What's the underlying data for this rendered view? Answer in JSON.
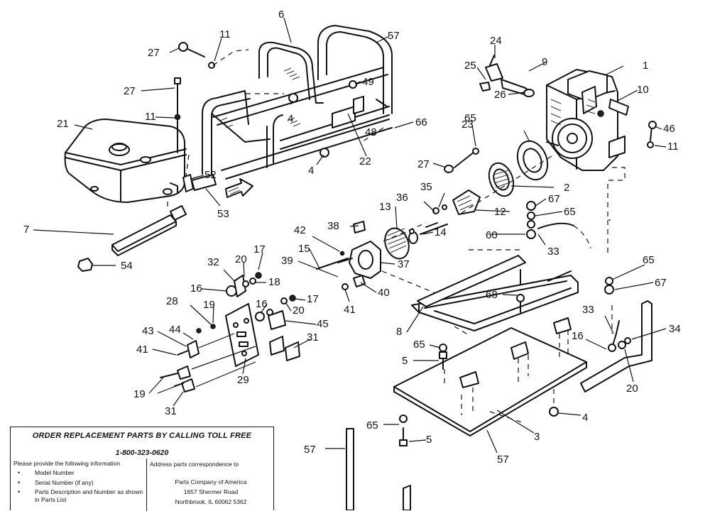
{
  "callouts": [
    {
      "id": "c1",
      "text": "1"
    },
    {
      "id": "c2",
      "text": "2"
    },
    {
      "id": "c3",
      "text": "3"
    },
    {
      "id": "c4a",
      "text": "4"
    },
    {
      "id": "c4b",
      "text": "4"
    },
    {
      "id": "c4c",
      "text": "4"
    },
    {
      "id": "c5a",
      "text": "5"
    },
    {
      "id": "c5b",
      "text": "5"
    },
    {
      "id": "c6",
      "text": "6"
    },
    {
      "id": "c7",
      "text": "7"
    },
    {
      "id": "c8",
      "text": "8"
    },
    {
      "id": "c9",
      "text": "9"
    },
    {
      "id": "c10",
      "text": "10"
    },
    {
      "id": "c11a",
      "text": "11"
    },
    {
      "id": "c11b",
      "text": "11"
    },
    {
      "id": "c11c",
      "text": "11"
    },
    {
      "id": "c12",
      "text": "12"
    },
    {
      "id": "c13",
      "text": "13"
    },
    {
      "id": "c14",
      "text": "14"
    },
    {
      "id": "c15",
      "text": "15"
    },
    {
      "id": "c16a",
      "text": "16"
    },
    {
      "id": "c16b",
      "text": "16"
    },
    {
      "id": "c16c",
      "text": "16"
    },
    {
      "id": "c17a",
      "text": "17"
    },
    {
      "id": "c17b",
      "text": "17"
    },
    {
      "id": "c18",
      "text": "18"
    },
    {
      "id": "c19a",
      "text": "19"
    },
    {
      "id": "c19b",
      "text": "19"
    },
    {
      "id": "c20a",
      "text": "20"
    },
    {
      "id": "c20b",
      "text": "20"
    },
    {
      "id": "c20c",
      "text": "20"
    },
    {
      "id": "c21",
      "text": "21"
    },
    {
      "id": "c22",
      "text": "22"
    },
    {
      "id": "c23",
      "text": "23"
    },
    {
      "id": "c24",
      "text": "24"
    },
    {
      "id": "c25",
      "text": "25"
    },
    {
      "id": "c26",
      "text": "26"
    },
    {
      "id": "c27a",
      "text": "27"
    },
    {
      "id": "c27b",
      "text": "27"
    },
    {
      "id": "c27c",
      "text": "27"
    },
    {
      "id": "c28",
      "text": "28"
    },
    {
      "id": "c29",
      "text": "29"
    },
    {
      "id": "c31a",
      "text": "31"
    },
    {
      "id": "c31b",
      "text": "31"
    },
    {
      "id": "c32",
      "text": "32"
    },
    {
      "id": "c33a",
      "text": "33"
    },
    {
      "id": "c33b",
      "text": "33"
    },
    {
      "id": "c34",
      "text": "34"
    },
    {
      "id": "c35",
      "text": "35"
    },
    {
      "id": "c36",
      "text": "36"
    },
    {
      "id": "c37",
      "text": "37"
    },
    {
      "id": "c38",
      "text": "38"
    },
    {
      "id": "c39",
      "text": "39"
    },
    {
      "id": "c40",
      "text": "40"
    },
    {
      "id": "c41a",
      "text": "41"
    },
    {
      "id": "c41b",
      "text": "41"
    },
    {
      "id": "c42",
      "text": "42"
    },
    {
      "id": "c43",
      "text": "43"
    },
    {
      "id": "c44",
      "text": "44"
    },
    {
      "id": "c45",
      "text": "45"
    },
    {
      "id": "c46",
      "text": "46"
    },
    {
      "id": "c48",
      "text": "48"
    },
    {
      "id": "c49",
      "text": "49"
    },
    {
      "id": "c52",
      "text": "52"
    },
    {
      "id": "c53",
      "text": "53"
    },
    {
      "id": "c54",
      "text": "54"
    },
    {
      "id": "c57a",
      "text": "57"
    },
    {
      "id": "c57b",
      "text": "57"
    },
    {
      "id": "c57c",
      "text": "57"
    },
    {
      "id": "c60",
      "text": "60"
    },
    {
      "id": "c65a",
      "text": "65"
    },
    {
      "id": "c65b",
      "text": "65"
    },
    {
      "id": "c65c",
      "text": "65"
    },
    {
      "id": "c65d",
      "text": "65"
    },
    {
      "id": "c65e",
      "text": "65"
    },
    {
      "id": "c66",
      "text": "66"
    },
    {
      "id": "c67a",
      "text": "67"
    },
    {
      "id": "c67b",
      "text": "67"
    },
    {
      "id": "c68",
      "text": "68"
    }
  ],
  "order_box": {
    "title": "ORDER REPLACEMENT PARTS BY CALLING TOLL FREE",
    "phone": "1-800-323-0620",
    "provide_heading": "Please provide the following information",
    "provide_items": [
      "Model Number",
      "Serial Number (if any)",
      "Parts Description and Number as shown in Parts List"
    ],
    "address_heading": "Address parts correspondence to",
    "address_lines": [
      "Parts Company of America",
      "1657 Shermer Road",
      "Northbrook, IL 60062 5362"
    ]
  }
}
